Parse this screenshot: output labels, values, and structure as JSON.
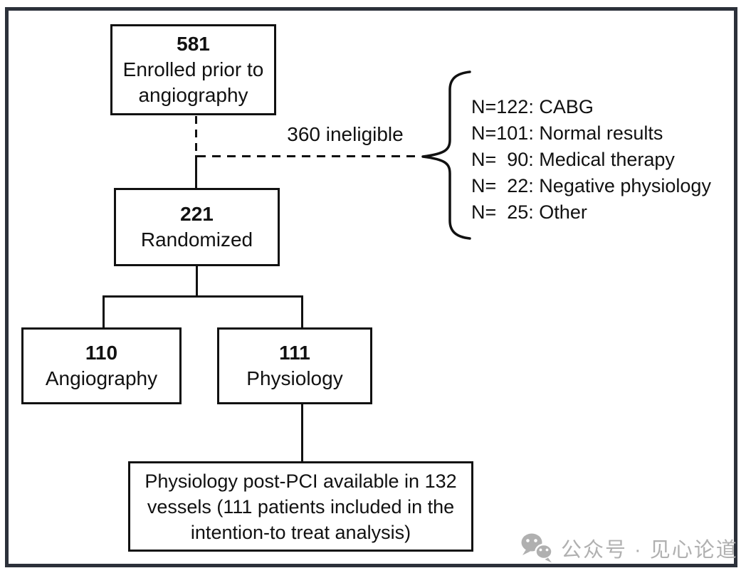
{
  "colors": {
    "line": "#111111",
    "frame": "#2c313a",
    "background": "#ffffff",
    "watermark_gray": "#b0b0b0"
  },
  "nodes": {
    "enrolled": {
      "count": "581",
      "label": "Enrolled prior to angiography"
    },
    "randomized": {
      "count": "221",
      "label": "Randomized"
    },
    "angiography": {
      "count": "110",
      "label": "Angiography"
    },
    "physiology": {
      "count": "111",
      "label": "Physiology"
    },
    "post_pci": {
      "label": "Physiology post-PCI available in 132 vessels (111 patients included in the intention-to treat analysis)"
    }
  },
  "exclusion": {
    "label": "360 ineligible",
    "items": [
      "N=122: CABG",
      "N=101: Normal results",
      "N=  90: Medical therapy",
      "N=  22: Negative physiology",
      "N=  25: Other"
    ]
  },
  "watermark": {
    "text": "公众号 · 见心论道"
  }
}
